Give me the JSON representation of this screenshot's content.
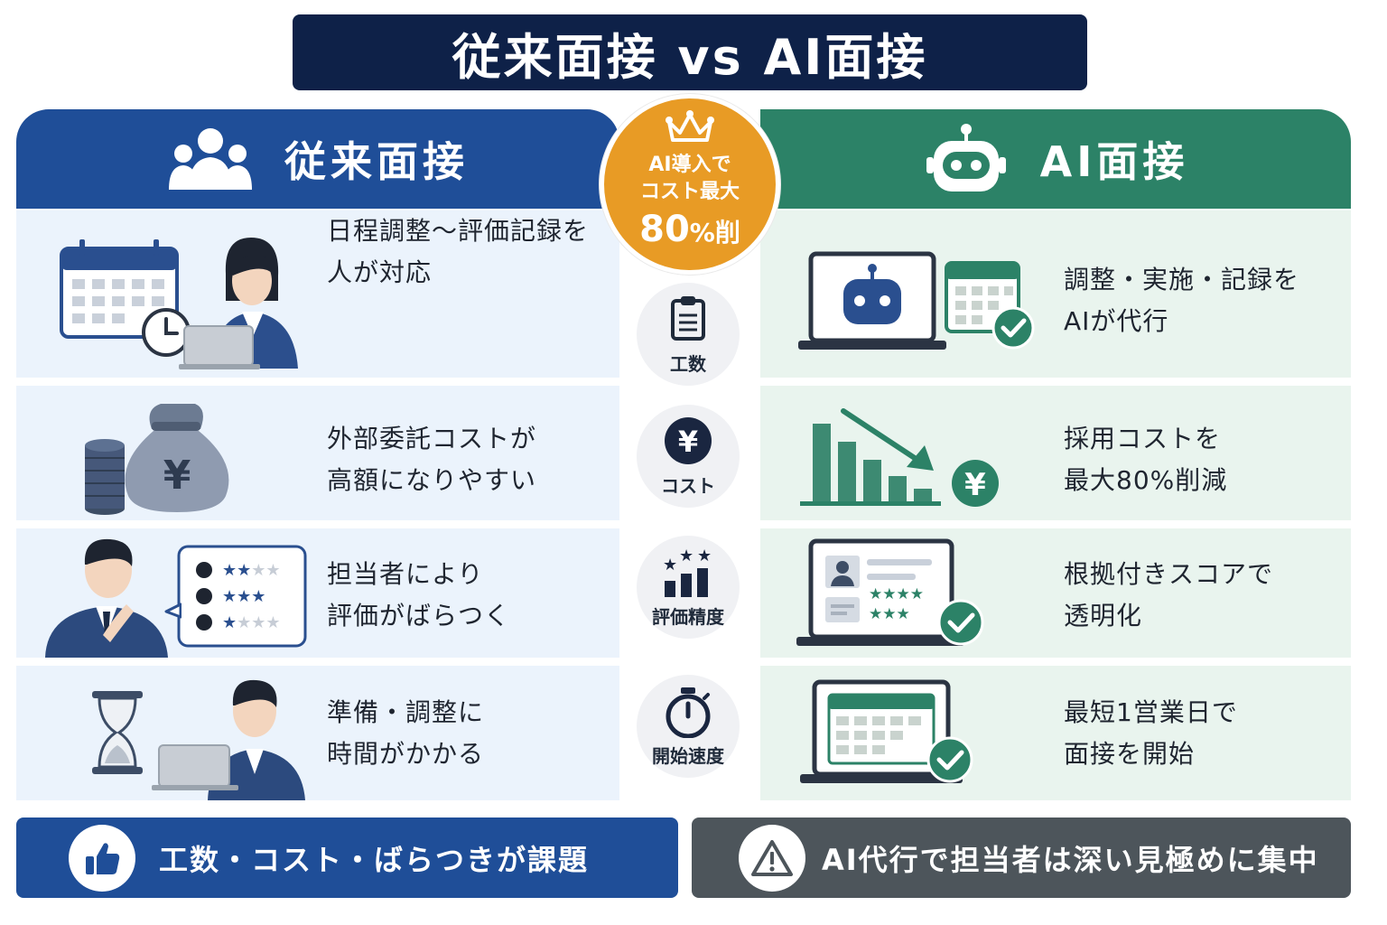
{
  "title": "従来面接 vs AI面接",
  "columns": {
    "left": {
      "header": "従来面接"
    },
    "right": {
      "header": "AI面接"
    }
  },
  "badge": {
    "line1": "AI導入で",
    "line2": "コスト最大",
    "line3_number": "80",
    "line3_unit": "%削"
  },
  "categories": [
    {
      "icon": "clipboard-icon",
      "label": "工数"
    },
    {
      "icon": "yen-coin-icon",
      "label": "コスト"
    },
    {
      "icon": "rating-bars-icon",
      "label": "評価精度"
    },
    {
      "icon": "stopwatch-icon",
      "label": "開始速度"
    }
  ],
  "left_rows": [
    {
      "line1": "日程調整〜評価記録を",
      "line2": "人が対応"
    },
    {
      "line1": "外部委託コストが",
      "line2": "高額になりやすい"
    },
    {
      "line1": "担当者により",
      "line2": "評価がばらつく"
    },
    {
      "line1": "準備・調整に",
      "line2": "時間がかかる"
    }
  ],
  "right_rows": [
    {
      "line1": "調整・実施・記録を",
      "line2": "AIが代行"
    },
    {
      "line1": "採用コストを",
      "line2": "最大80%削減"
    },
    {
      "line1": "根拠付きスコアで",
      "line2": "透明化"
    },
    {
      "line1": "最短1営業日で",
      "line2": "面接を開始"
    }
  ],
  "footer": {
    "left": "工数・コスト・ばらつきが課題",
    "right": "AI代行で担当者は深い見極めに集中"
  },
  "colors": {
    "navy": "#0e2148",
    "blue": "#1f4e98",
    "green": "#2c8267",
    "orange": "#e89b25",
    "gray": "#4d555b"
  }
}
